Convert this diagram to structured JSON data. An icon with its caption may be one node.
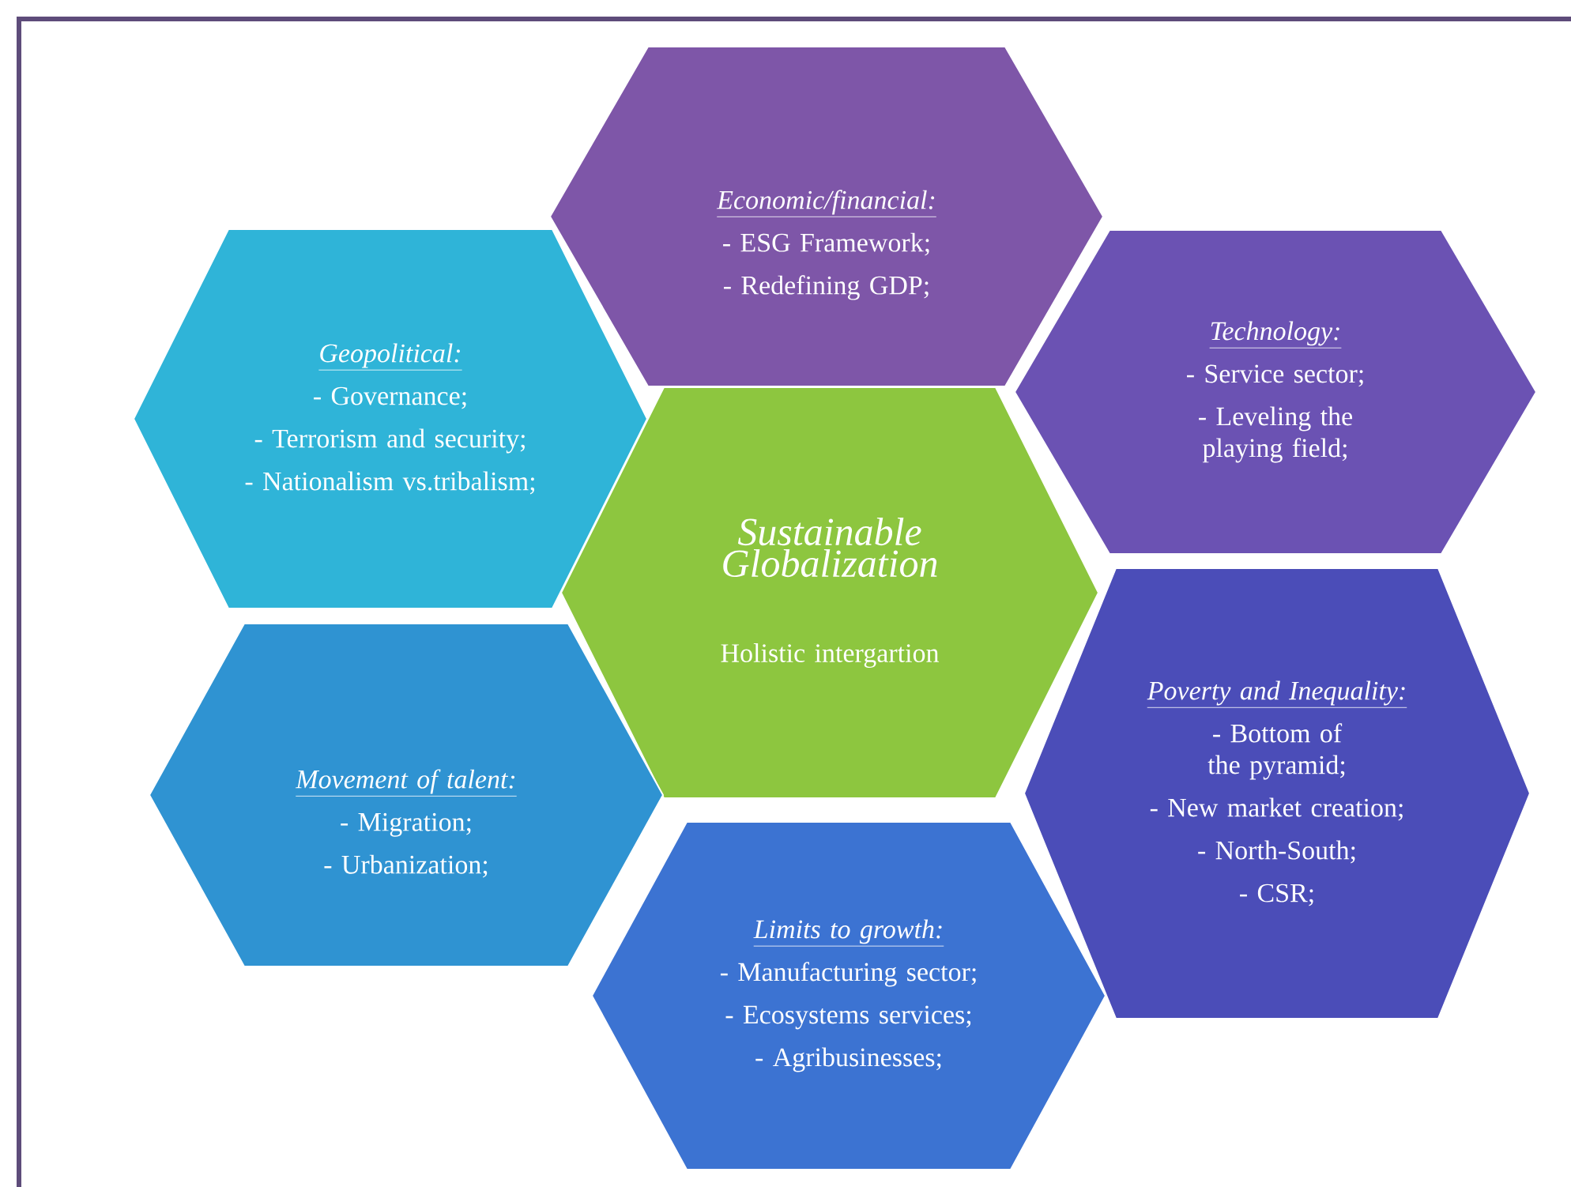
{
  "diagram": {
    "nodes": [
      {
        "text": [
          "Economic/financial:",
          "- ESG Framework;",
          "- Redefining GDP;"
        ]
      },
      {
        "text": [
          "Geopolitical:",
          "- Governance;",
          "- Terrorism and security;",
          "- Nationalism vs.tribalism;"
        ]
      },
      {
        "text": [
          "Technology:",
          "- Service sector;",
          "- Leveling the playing field;"
        ]
      },
      {
        "text": [
          "Sustainable Globalization",
          "Holistic intergartion"
        ]
      },
      {
        "text": [
          "Movement of talent:",
          "- Migration;",
          "- Urbanization;"
        ]
      },
      {
        "text": [
          "Limits to growth:",
          "- Manufacturing sector;",
          "- Ecosystems services;",
          "- Agribusinesses;"
        ]
      },
      {
        "text": [
          "Poverty and Inequality:",
          "- Bottom of the pyramid;",
          "- New market creation;",
          "- North-South;",
          "- CSR;"
        ]
      }
    ],
    "edges": []
  }
}
